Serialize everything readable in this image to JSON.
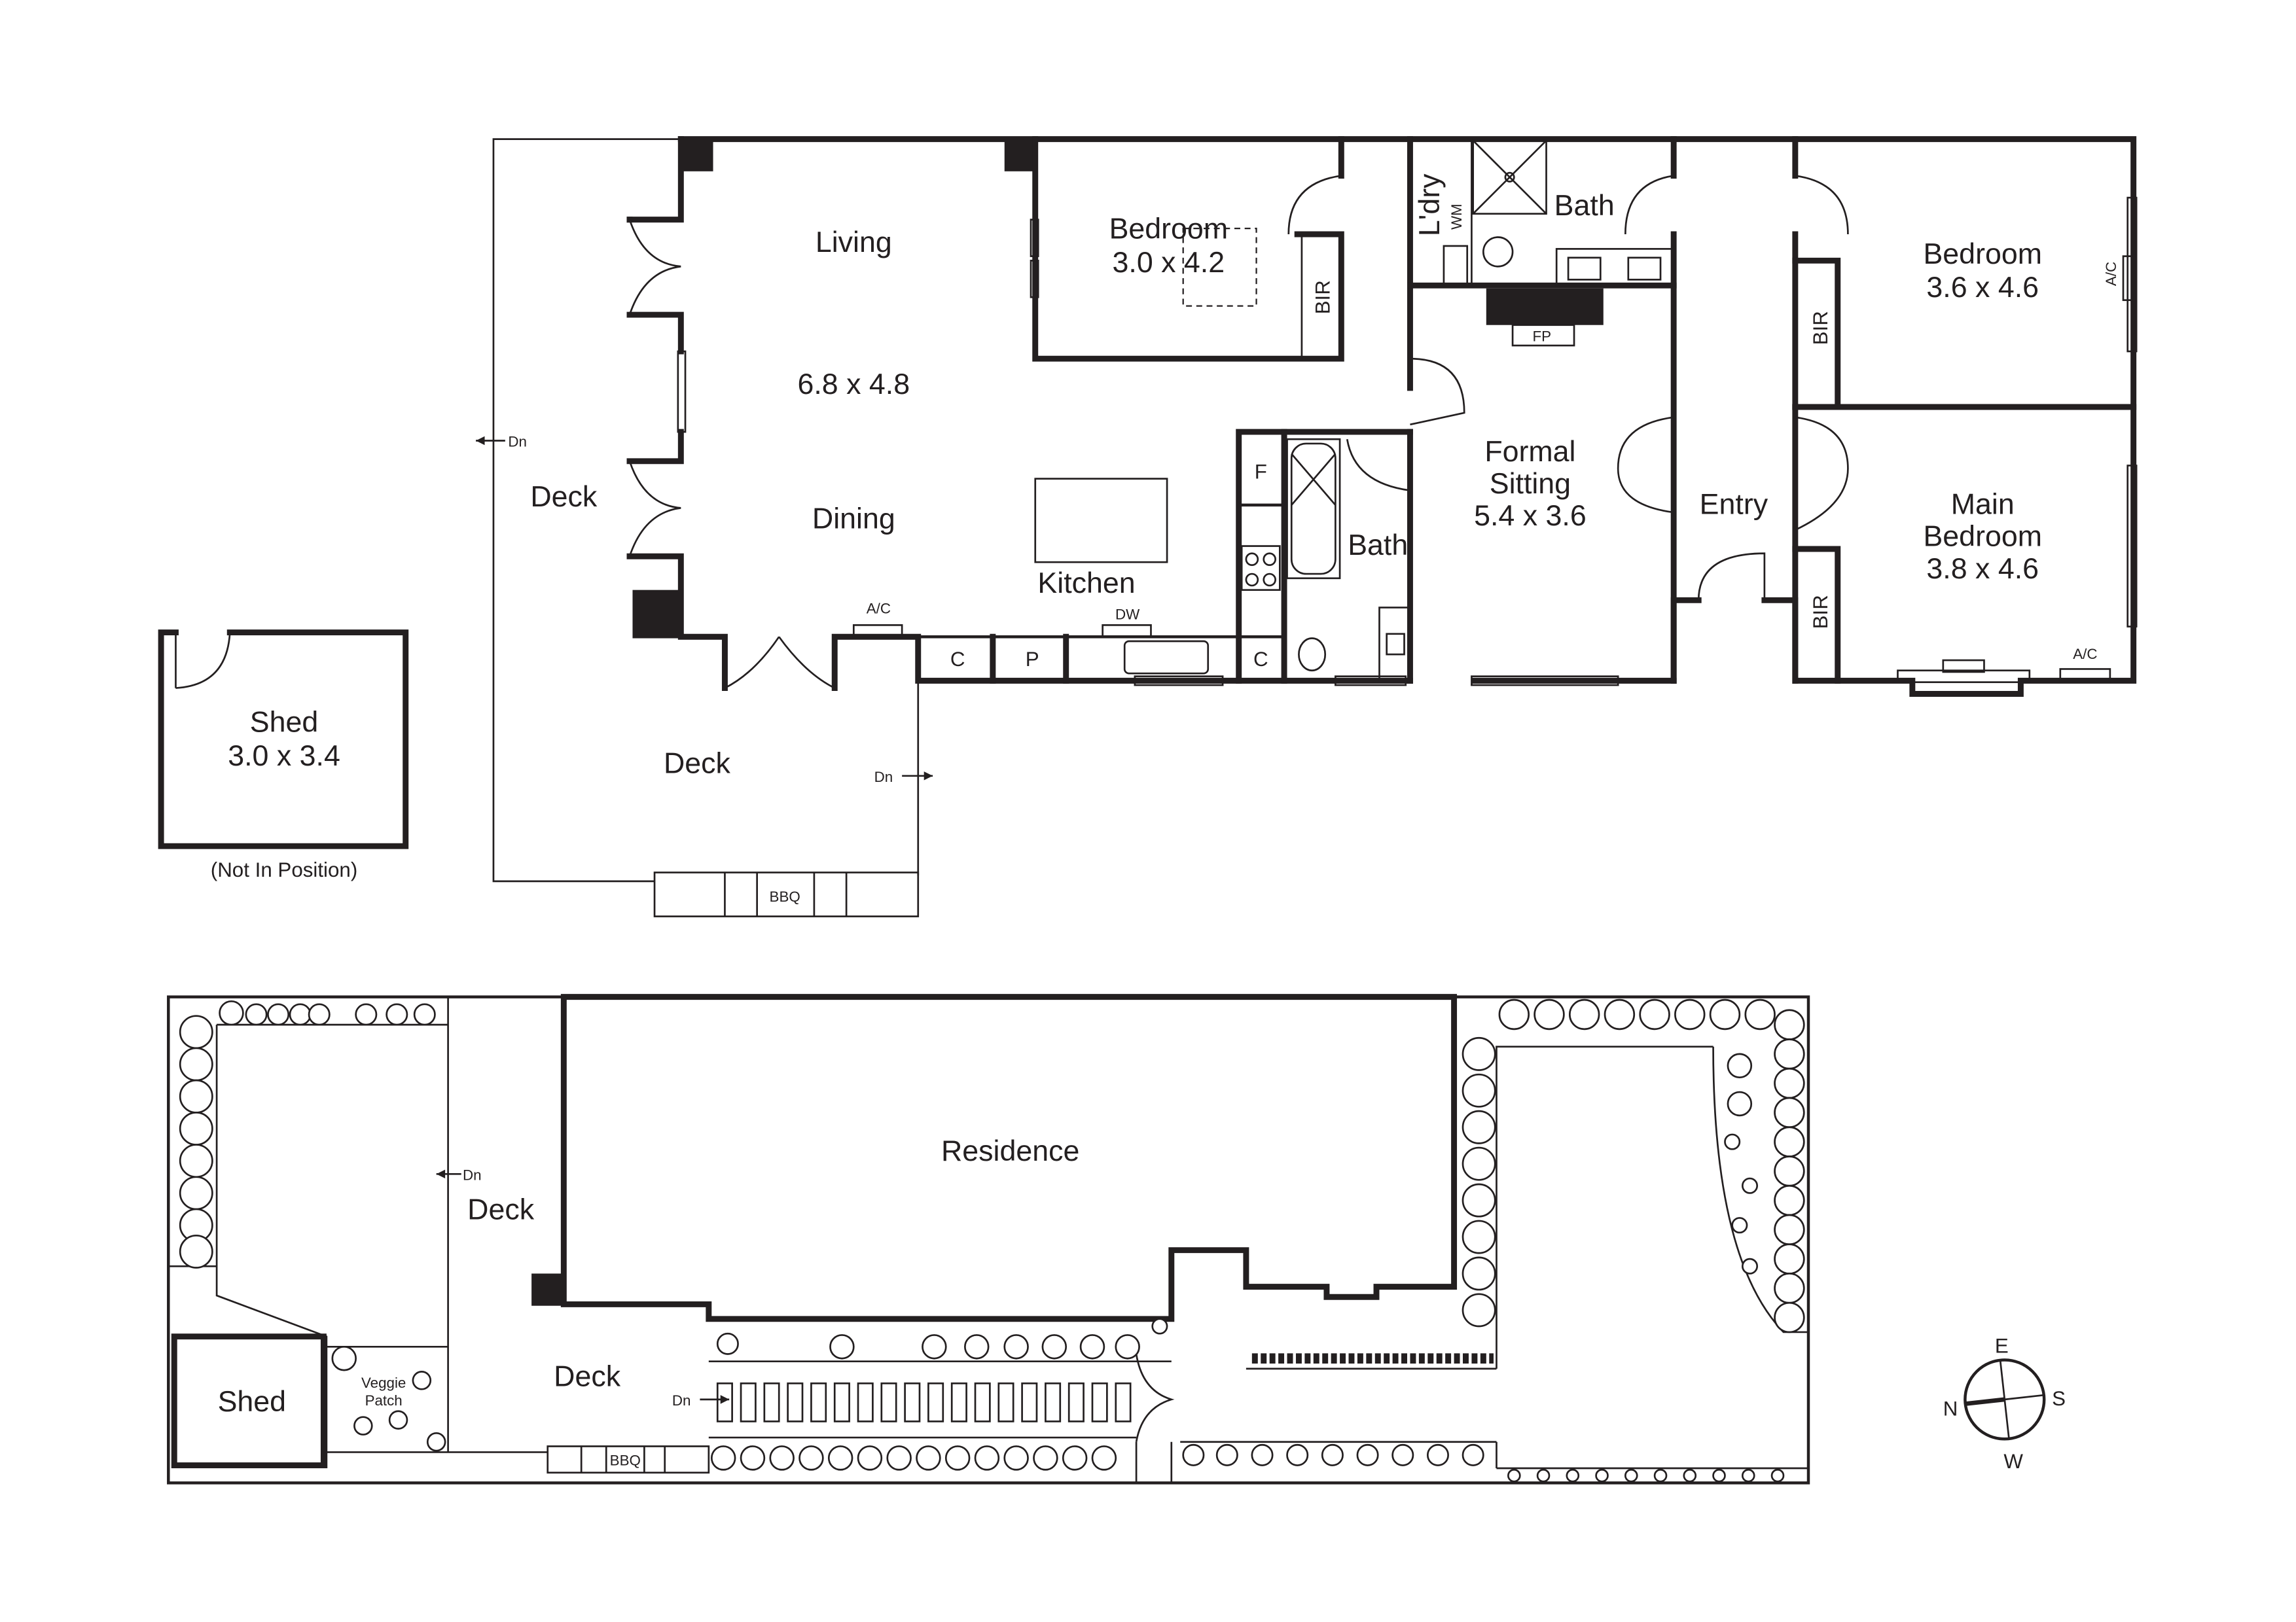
{
  "floor_plan": {
    "rooms": {
      "living": {
        "name": "Living",
        "size": "6.8 x 4.8"
      },
      "dining": {
        "name": "Dining"
      },
      "kitchen": {
        "name": "Kitchen"
      },
      "bedroom_2": {
        "name": "Bedroom",
        "size": "3.0 x 4.2"
      },
      "laundry": {
        "name": "L'dry",
        "appliance": "WM"
      },
      "bath_upper": {
        "name": "Bath"
      },
      "bath_lower": {
        "name": "Bath"
      },
      "formal_sitting": {
        "name_line1": "Formal",
        "name_line2": "Sitting",
        "size": "5.4 x 3.6"
      },
      "entry": {
        "name": "Entry"
      },
      "bedroom_3": {
        "name": "Bedroom",
        "size": "3.6 x 4.6"
      },
      "main_bedroom": {
        "name_line1": "Main",
        "name_line2": "Bedroom",
        "size": "3.8 x 4.6"
      },
      "deck_west": {
        "name": "Deck"
      },
      "deck_south": {
        "name": "Deck"
      },
      "shed": {
        "name": "Shed",
        "size": "3.0 x 3.4",
        "note": "(Not In Position)"
      }
    },
    "fixtures": {
      "bir": "BIR",
      "ac": "A/C",
      "dw": "DW",
      "fp": "FP",
      "fridge": "F",
      "cupboard": "C",
      "pantry": "P",
      "bbq": "BBQ",
      "stairs_down": "Dn"
    }
  },
  "site_plan": {
    "residence": "Residence",
    "deck_upper": "Deck",
    "deck_lower": "Deck",
    "shed": "Shed",
    "veggie_line1": "Veggie",
    "veggie_line2": "Patch",
    "bbq": "BBQ",
    "stairs_down": "Dn"
  },
  "compass": {
    "north": "N",
    "east": "E",
    "south": "S",
    "west": "W"
  }
}
